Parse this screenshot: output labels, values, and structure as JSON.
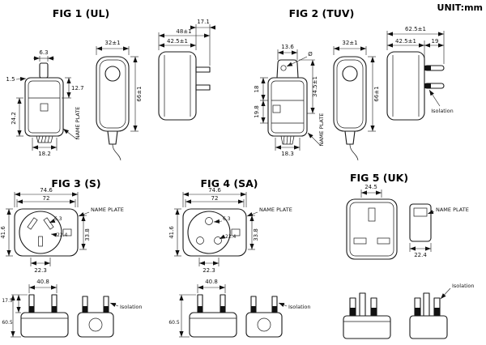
{
  "unit": "UNIT:mm",
  "fig1": {
    "title": "FIG 1 (UL)",
    "name_plate": "NAME PLATE",
    "dims": {
      "blade_width": "6.3",
      "blade_offset": "1.5",
      "upper_height": "12.7",
      "lower_height": "24.2",
      "bottom_width": "18.2",
      "side_width": "32±1",
      "side_height": "66±1",
      "overall_depth": "48±1",
      "body_depth": "42.5±1",
      "blade_length": "17.1"
    }
  },
  "fig2": {
    "title": "FIG 2 (TUV)",
    "name_plate": "NAME PLATE",
    "isolation": "Isolation",
    "dims": {
      "top_width": "13.6",
      "pin_diameter": "Ø",
      "pin_section_height": "34.5±1",
      "upper_left": "18",
      "lower_left": "19.8",
      "bottom_width": "18.3",
      "side_width": "32±1",
      "side_height": "66±1",
      "overall_depth": "62.5±1",
      "body_depth": "42.5±1",
      "pin_length": "19"
    }
  },
  "fig3": {
    "title": "FIG 3 (S)",
    "name_plate": "NAME PLATE",
    "isolation": "Isolation",
    "dims": {
      "overall_width": "74.6",
      "inner_width": "72",
      "left_height": "41.6",
      "slot_width": "6.3",
      "pin_spacing": "22.4",
      "right_height": "33.8",
      "bottom_width": "22.3",
      "pin_span": "40.8",
      "pin_length": "17.5",
      "overall_height": "60.5"
    }
  },
  "fig4": {
    "title": "FIG 4 (SA)",
    "name_plate": "NAME PLATE",
    "isolation": "Isolation",
    "dims": {
      "overall_width": "74.6",
      "inner_width": "72",
      "left_height": "41.6",
      "slot_width": "6.3",
      "pin_spacing": "22.4",
      "right_height": "33.8",
      "bottom_width": "22.3",
      "pin_span": "40.8",
      "overall_height": "60.5"
    }
  },
  "fig5": {
    "title": "FIG 5 (UK)",
    "name_plate": "NAME PLATE",
    "isolation": "Isolation",
    "dims": {
      "top_width": "24.5",
      "profile_width": "22.4"
    }
  }
}
